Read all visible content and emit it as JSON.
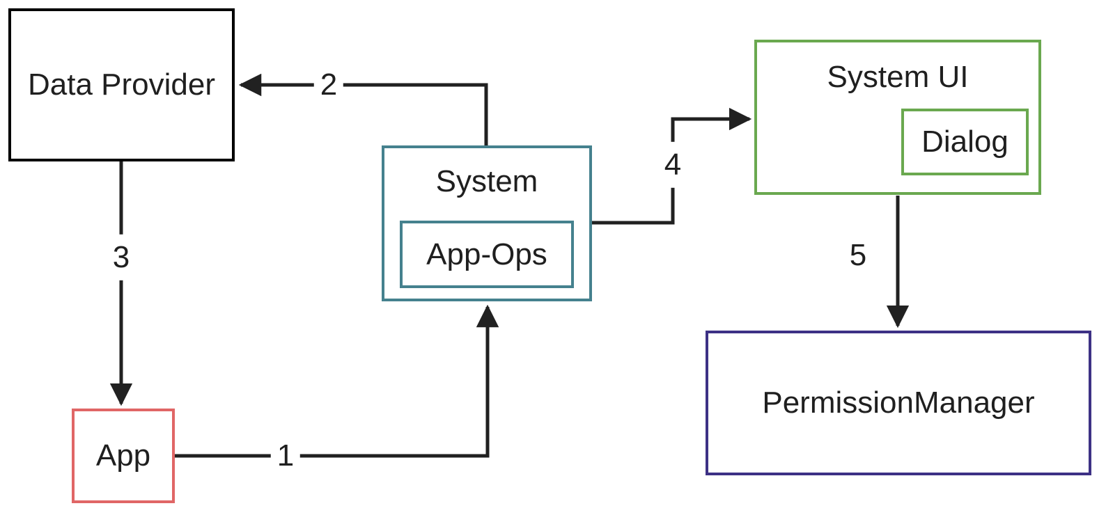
{
  "colors": {
    "background": "#ffffff",
    "arrow": "#212121",
    "text": "#1f1f1f",
    "data_provider_border": "#000000",
    "app_border": "#e06666",
    "system_border": "#45818e",
    "app_ops_border": "#45818e",
    "system_ui_border": "#6aa84f",
    "dialog_border": "#6aa84f",
    "permission_manager_border": "#3d3185"
  },
  "nodes": {
    "data_provider": {
      "label": "Data Provider"
    },
    "app": {
      "label": "App"
    },
    "system": {
      "label": "System"
    },
    "app_ops": {
      "label": "App-Ops"
    },
    "system_ui": {
      "label": "System UI"
    },
    "dialog": {
      "label": "Dialog"
    },
    "permission_manager": {
      "label": "PermissionManager"
    }
  },
  "edges": [
    {
      "label": "1",
      "from": "App",
      "to": "System"
    },
    {
      "label": "2",
      "from": "System",
      "to": "Data Provider"
    },
    {
      "label": "3",
      "from": "Data Provider",
      "to": "App"
    },
    {
      "label": "4",
      "from": "System",
      "to": "System UI"
    },
    {
      "label": "5",
      "from": "System UI",
      "to": "PermissionManager"
    }
  ]
}
